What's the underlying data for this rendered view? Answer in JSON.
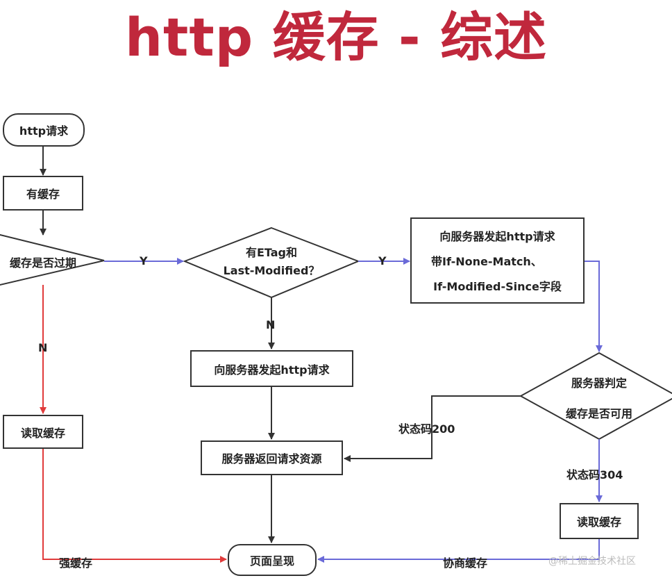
{
  "title": "http 缓存 - 综述",
  "nodes": {
    "start": "http请求",
    "has_cache": "有缓存",
    "cache_expired": "缓存是否过期",
    "has_etag_line1": "有ETag和",
    "has_etag_line2": "Last-Modified？",
    "req_with_headers_line1": "向服务器发起http请求",
    "req_with_headers_line2": "带If-None-Match、",
    "req_with_headers_line3": "If-Modified-Since字段",
    "req_plain": "向服务器发起http请求",
    "server_decide_line1": "服务器判定",
    "server_decide_line2": "缓存是否可用",
    "read_cache_left": "读取缓存",
    "server_return": "服务器返回请求资源",
    "read_cache_right": "读取缓存",
    "page_render": "页面呈现"
  },
  "edge_labels": {
    "yes_1": "Y",
    "yes_2": "Y",
    "no_1": "N",
    "no_2": "N",
    "status_200": "状态码200",
    "status_304": "状态码304",
    "strong_cache": "强缓存",
    "negotiated_cache": "协商缓存"
  },
  "colors": {
    "title": "#c0283c",
    "black_arrow": "#333333",
    "blue_arrow": "#6a6ad8",
    "red_arrow": "#e03b3b"
  },
  "watermark": "@稀土掘金技术社区"
}
